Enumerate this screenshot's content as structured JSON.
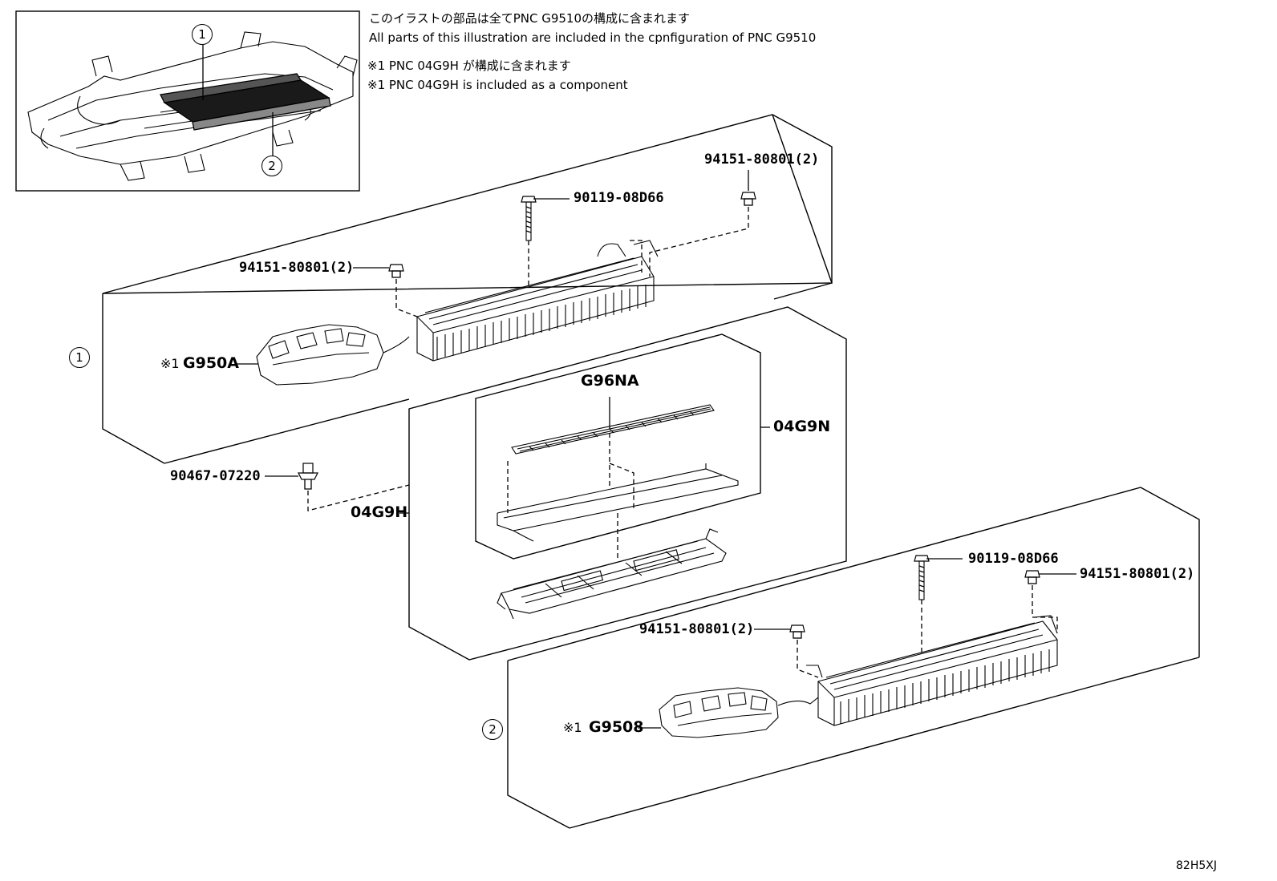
{
  "notes": {
    "jp_line1": "このイラストの部品は全てPNC G9510の構成に含まれます",
    "en_line1": "All parts of this illustration are included in the cpnfiguration of PNC G9510",
    "jp_line2": "※1 PNC 04G9H が構成に含まれます",
    "en_line2": "※1 PNC 04G9H is included as a component"
  },
  "inset": {
    "callout_1": "1",
    "callout_2": "2"
  },
  "group1": {
    "index": "1",
    "mark": "※1",
    "part_module": "G950A",
    "part_bolt": "90119-08D66",
    "part_nut_left": "94151-80801(2)",
    "part_nut_right": "94151-80801(2)"
  },
  "center": {
    "part_clip": "90467-07220",
    "part_outer": "04G9H",
    "part_inner": "04G9N",
    "part_strip": "G96NA"
  },
  "group2": {
    "index": "2",
    "mark": "※1",
    "part_module": "G9508",
    "part_bolt": "90119-08D66",
    "part_nut_left": "94151-80801(2)",
    "part_nut_right": "94151-80801(2)"
  },
  "diagram_code": "82H5XJ"
}
